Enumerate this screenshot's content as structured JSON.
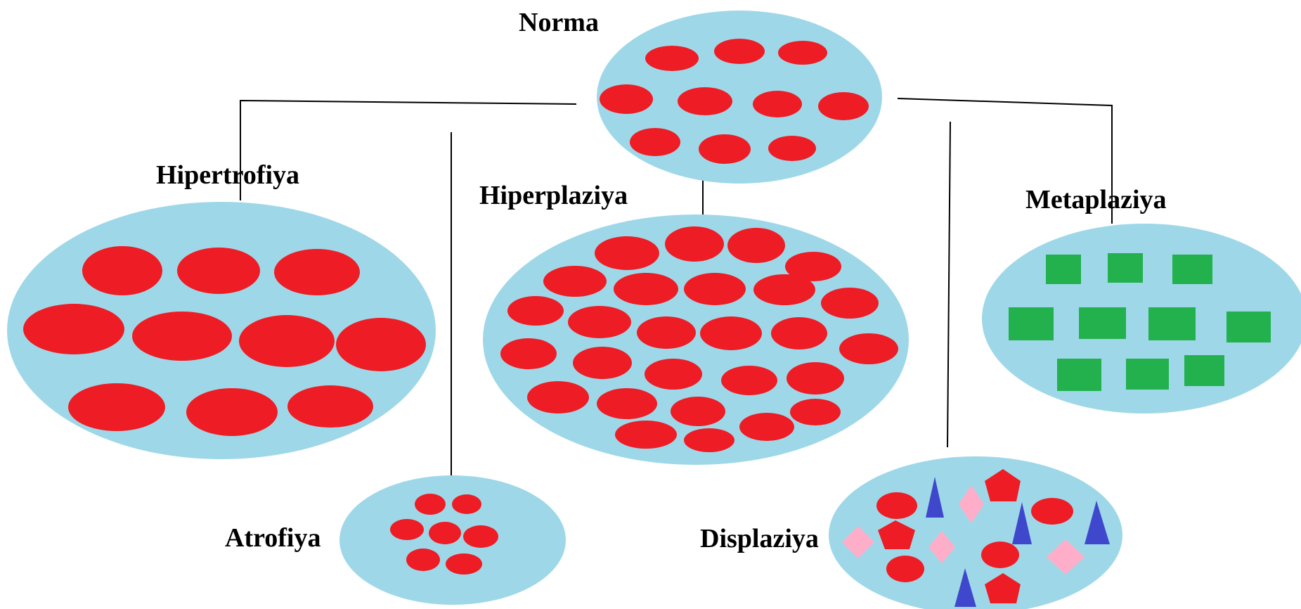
{
  "colors": {
    "cell_bg": "#9ed8e8",
    "normal_cell": "#ee1c24",
    "metaplasia_cell": "#22b14c",
    "dysplasia_pentagon": "#ee1c24",
    "dysplasia_triangle": "#3f48cc",
    "dysplasia_diamond": "#ffaec9",
    "connector": "#000000"
  },
  "labels": {
    "norma": "Norma",
    "hipertrofiya": "Hipertrofiya",
    "hiperplaziya": "Hiperplaziya",
    "metaplaziya": "Metaplaziya",
    "atrofiya": "Atrofiya",
    "displaziya": "Displaziya"
  },
  "icons": {
    "normal_cell": "red-ellipse",
    "metaplasia_cell": "green-rectangle",
    "dysplasia_shapes": [
      "red-ellipse",
      "red-pentagon",
      "blue-triangle",
      "pink-diamond"
    ]
  }
}
